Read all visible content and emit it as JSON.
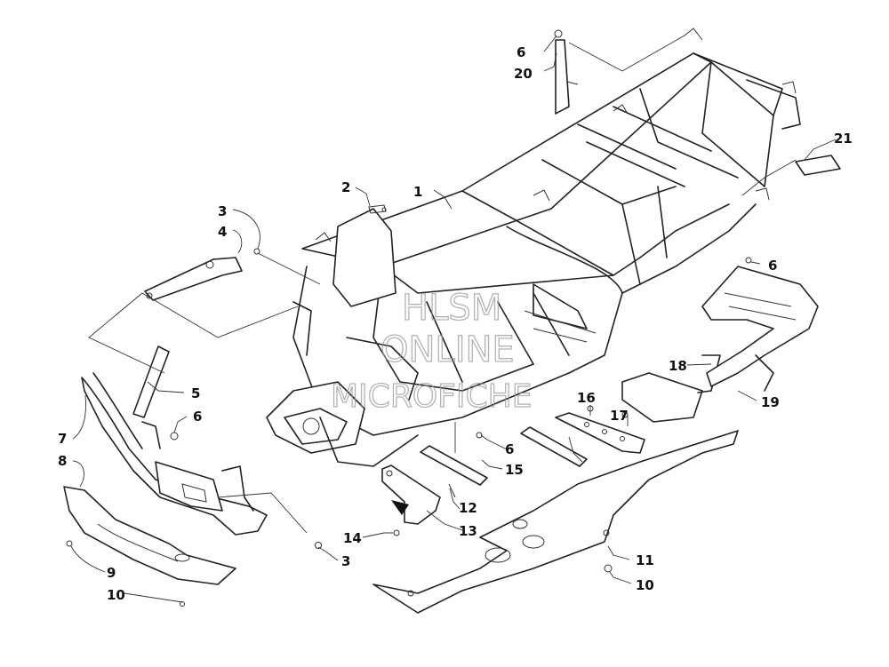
{
  "watermark": {
    "line1": "HLSM",
    "line2": "ONLINE",
    "line3": "MICROFICHE"
  },
  "callouts": [
    {
      "id": "c1",
      "label": "1"
    },
    {
      "id": "c2",
      "label": "2"
    },
    {
      "id": "c3a",
      "label": "3"
    },
    {
      "id": "c4",
      "label": "4"
    },
    {
      "id": "c5",
      "label": "5"
    },
    {
      "id": "c6a",
      "label": "6"
    },
    {
      "id": "c6b",
      "label": "6"
    },
    {
      "id": "c6c",
      "label": "6"
    },
    {
      "id": "c6d",
      "label": "6"
    },
    {
      "id": "c7",
      "label": "7"
    },
    {
      "id": "c8",
      "label": "8"
    },
    {
      "id": "c9",
      "label": "9"
    },
    {
      "id": "c10a",
      "label": "10"
    },
    {
      "id": "c10b",
      "label": "10"
    },
    {
      "id": "c11",
      "label": "11"
    },
    {
      "id": "c12",
      "label": "12"
    },
    {
      "id": "c13",
      "label": "13"
    },
    {
      "id": "c14",
      "label": "14"
    },
    {
      "id": "c15",
      "label": "15"
    },
    {
      "id": "c16",
      "label": "16"
    },
    {
      "id": "c17",
      "label": "17"
    },
    {
      "id": "c18",
      "label": "18"
    },
    {
      "id": "c19",
      "label": "19"
    },
    {
      "id": "c20",
      "label": "20"
    },
    {
      "id": "c21",
      "label": "21"
    },
    {
      "id": "c3b",
      "label": "3"
    }
  ],
  "colors": {
    "line": "#222222",
    "background": "#ffffff",
    "watermark": "#9a9a9a"
  }
}
